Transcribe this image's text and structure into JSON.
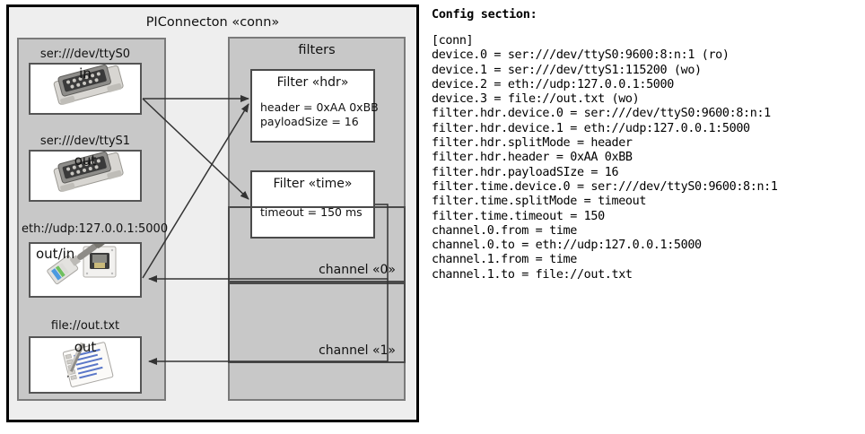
{
  "diagram": {
    "title": "PIConnecton «conn»",
    "devices_group": {
      "title": ""
    },
    "filters_group": {
      "title": "filters"
    },
    "devices": [
      {
        "label": "ser:///dev/ttyS0",
        "direction": "in",
        "icon": "serial-port-icon",
        "align": "center"
      },
      {
        "label": "ser:///dev/ttyS1",
        "direction": "out",
        "icon": "serial-port-icon",
        "align": "center"
      },
      {
        "label": "eth://udp:127.0.0.1:5000",
        "direction": "out/in",
        "icon": "ethernet-port-icon",
        "align": "left"
      },
      {
        "label": "file://out.txt",
        "direction": "out",
        "icon": "text-file-icon",
        "align": "center"
      }
    ],
    "filters": [
      {
        "title": "Filter «hdr»",
        "props": [
          "header = 0xAA 0xBB",
          "payloadSize = 16"
        ]
      },
      {
        "title": "Filter «time»",
        "props": [
          "timeout = 150 ms"
        ]
      }
    ],
    "channels": [
      {
        "label": "channel «0»"
      },
      {
        "label": "channel «1»"
      }
    ]
  },
  "config": {
    "heading": "Config section:",
    "lines": [
      "[conn]",
      "device.0 = ser:///dev/ttyS0:9600:8:n:1 (ro)",
      "device.1 = ser:///dev/ttyS1:115200 (wo)",
      "device.2 = eth://udp:127.0.0.1:5000",
      "device.3 = file://out.txt (wo)",
      "filter.hdr.device.0 = ser:///dev/ttyS0:9600:8:n:1",
      "filter.hdr.device.1 = eth://udp:127.0.0.1:5000",
      "filter.hdr.splitMode = header",
      "filter.hdr.header = 0xAA 0xBB",
      "filter.hdr.payloadSIze = 16",
      "filter.time.device.0 = ser:///dev/ttyS0:9600:8:n:1",
      "filter.time.splitMode = timeout",
      "filter.time.timeout = 150",
      "channel.0.from = time",
      "channel.0.to = eth://udp:127.0.0.1:5000",
      "channel.1.from = time",
      "channel.1.to = file://out.txt"
    ]
  },
  "colors": {
    "outer_bg": "#eeeeee",
    "group_bg": "#c8c8c8",
    "box_bg": "#ffffff",
    "border": "#000000",
    "line": "#333333"
  }
}
